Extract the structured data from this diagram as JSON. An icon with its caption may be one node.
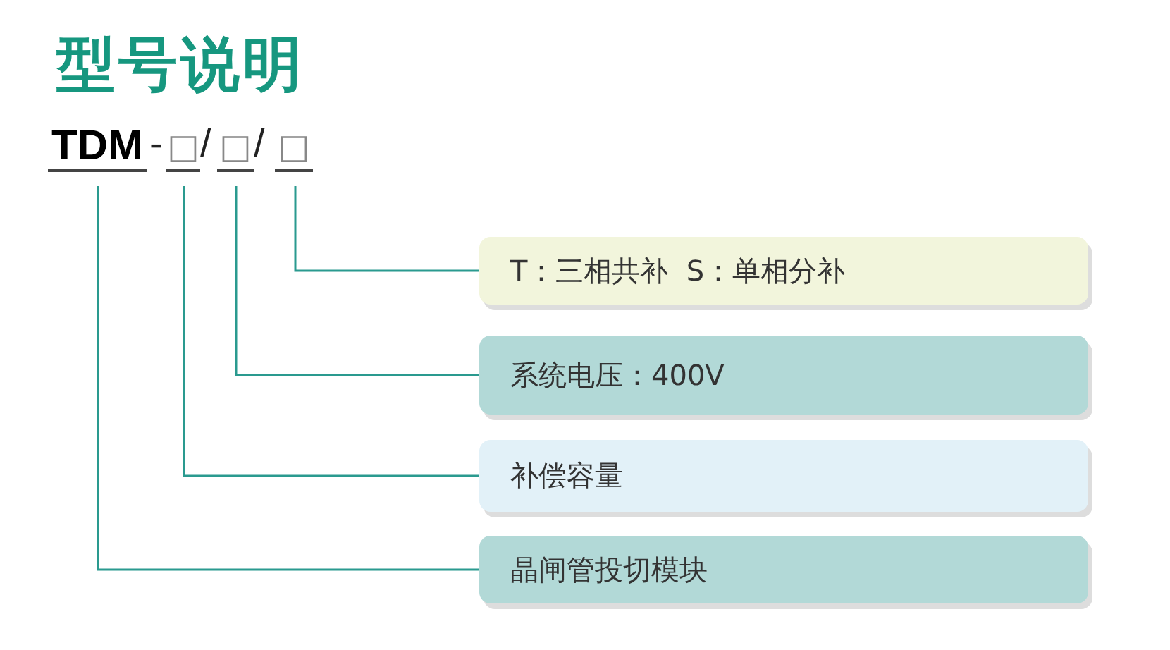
{
  "diagram": {
    "title": "型号说明",
    "nodes": [
      {
        "text": [
          "TDM"
        ]
      },
      {
        "text": [
          "□"
        ]
      },
      {
        "text": [
          "□"
        ]
      },
      {
        "text": [
          "□"
        ]
      },
      {
        "text": [
          "T：三相共补  S：单相分补"
        ]
      },
      {
        "text": [
          "系统电压：400V"
        ]
      },
      {
        "text": [
          "补偿容量"
        ]
      },
      {
        "text": [
          "晶闸管投切模块"
        ]
      }
    ],
    "edges": [
      {
        "from": 3,
        "to": 4,
        "arrow": "none"
      },
      {
        "from": 2,
        "to": 5,
        "arrow": "none"
      },
      {
        "from": 1,
        "to": 6,
        "arrow": "none"
      },
      {
        "from": 0,
        "to": 7,
        "arrow": "none"
      }
    ],
    "labels": [
      "-",
      "/",
      "/"
    ]
  }
}
